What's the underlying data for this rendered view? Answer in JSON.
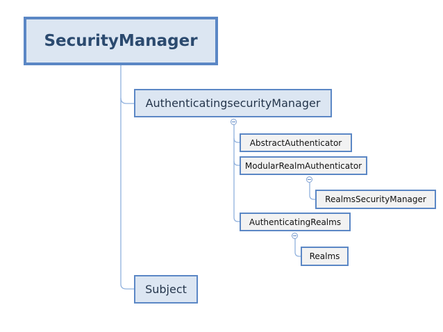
{
  "diagram": {
    "root": {
      "label": "SecurityManager"
    },
    "children": [
      {
        "label": "AuthenticatingsecurityManager",
        "children": [
          {
            "label": "AbstractAuthenticator"
          },
          {
            "label": "ModularRealmAuthenticator",
            "children": [
              {
                "label": "RealmsSecurityManager"
              }
            ]
          },
          {
            "label": "AuthenticatingRealms",
            "children": [
              {
                "label": "Realms"
              }
            ]
          }
        ]
      },
      {
        "label": "Subject"
      }
    ],
    "colors": {
      "node_border": "#5b87c5",
      "primary_fill": "#dce6f2",
      "secondary_fill": "#f2f2f2",
      "connector": "#8fb0dd"
    },
    "icons": {
      "collapse": "collapse-minus-icon"
    }
  }
}
